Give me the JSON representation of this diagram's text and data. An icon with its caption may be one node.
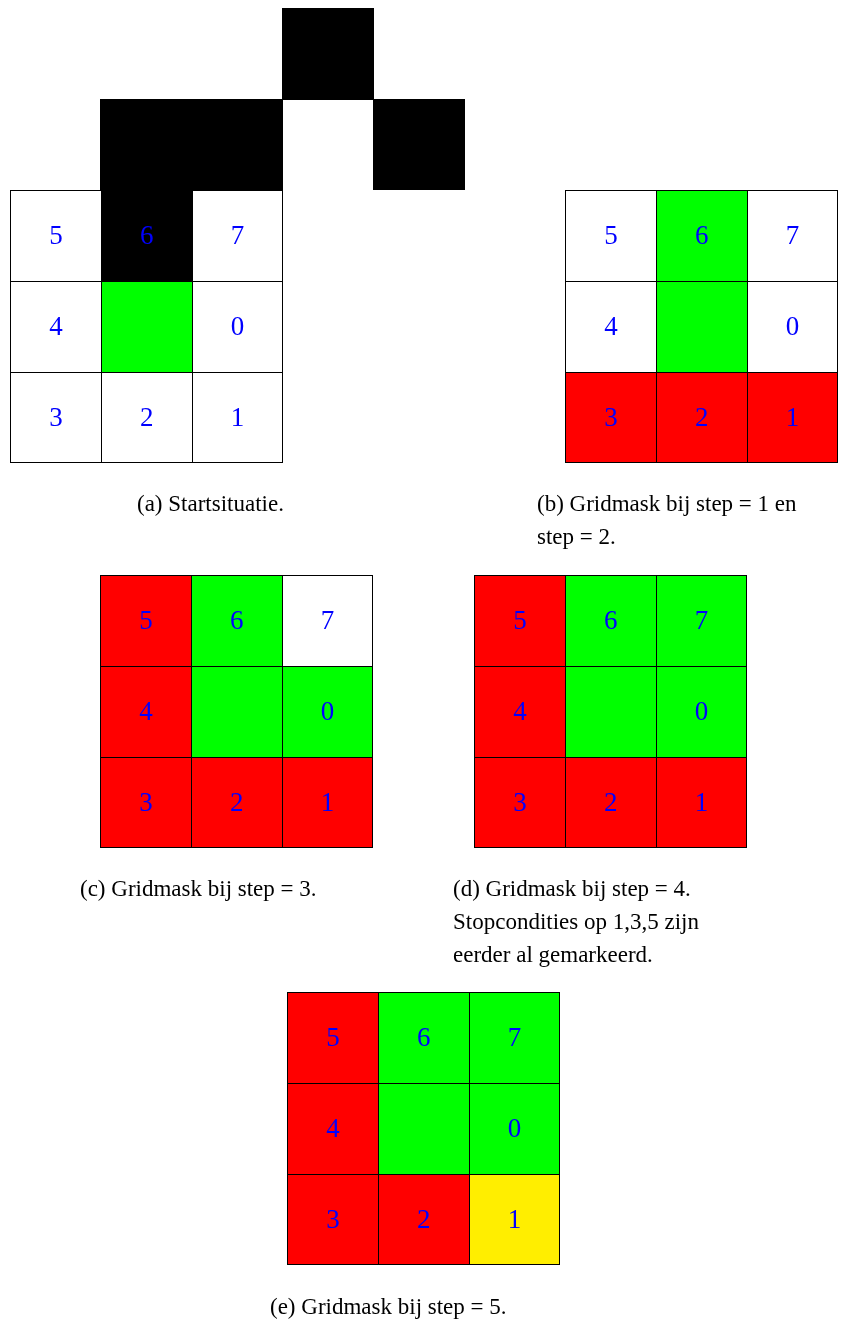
{
  "diagram": {
    "nodes": [
      {
        "text": [],
        "shape": "box"
      },
      {
        "text": [],
        "shape": "box"
      },
      {
        "text": [],
        "shape": "box"
      },
      {
        "text": [],
        "shape": "box"
      },
      {
        "text": [
          "5"
        ]
      },
      {
        "text": [
          "6"
        ]
      },
      {
        "text": [
          "7"
        ]
      },
      {
        "text": [
          "4"
        ]
      },
      {
        "text": [],
        "shape": "box"
      },
      {
        "text": [
          "0"
        ]
      },
      {
        "text": [
          "3"
        ]
      },
      {
        "text": [
          "2"
        ]
      },
      {
        "text": [
          "1"
        ]
      },
      {
        "text": [
          "5"
        ]
      },
      {
        "text": [
          "6"
        ]
      },
      {
        "text": [
          "7"
        ]
      },
      {
        "text": [
          "4"
        ]
      },
      {
        "text": [],
        "shape": "box"
      },
      {
        "text": [
          "0"
        ]
      },
      {
        "text": [
          "3"
        ]
      },
      {
        "text": [
          "2"
        ]
      },
      {
        "text": [
          "1"
        ]
      },
      {
        "text": [
          "5"
        ]
      },
      {
        "text": [
          "6"
        ]
      },
      {
        "text": [
          "7"
        ]
      },
      {
        "text": [
          "4"
        ]
      },
      {
        "text": [],
        "shape": "box"
      },
      {
        "text": [
          "0"
        ]
      },
      {
        "text": [
          "3"
        ]
      },
      {
        "text": [
          "2"
        ]
      },
      {
        "text": [
          "1"
        ]
      },
      {
        "text": [
          "5"
        ]
      },
      {
        "text": [
          "6"
        ]
      },
      {
        "text": [
          "7"
        ]
      },
      {
        "text": [
          "4"
        ]
      },
      {
        "text": [],
        "shape": "box"
      },
      {
        "text": [
          "0"
        ]
      },
      {
        "text": [
          "3"
        ]
      },
      {
        "text": [
          "2"
        ]
      },
      {
        "text": [
          "1"
        ]
      },
      {
        "text": [
          "5"
        ]
      },
      {
        "text": [
          "6"
        ]
      },
      {
        "text": [
          "7"
        ]
      },
      {
        "text": [
          "4"
        ]
      },
      {
        "text": [],
        "shape": "box"
      },
      {
        "text": [
          "0"
        ]
      },
      {
        "text": [
          "3"
        ]
      },
      {
        "text": [
          "2"
        ]
      },
      {
        "text": [
          "1"
        ]
      }
    ],
    "labels": [
      "(a) Startsituatie.",
      "(b) Gridmask bij step = 1 en step = 2.",
      "(c) Gridmask bij step = 3.",
      "(d) Gridmask bij step = 4. Stopcondities op 1,3,5 zijn eerder al gemarkeerd.",
      "(e) Gridmask bij step = 5."
    ]
  }
}
